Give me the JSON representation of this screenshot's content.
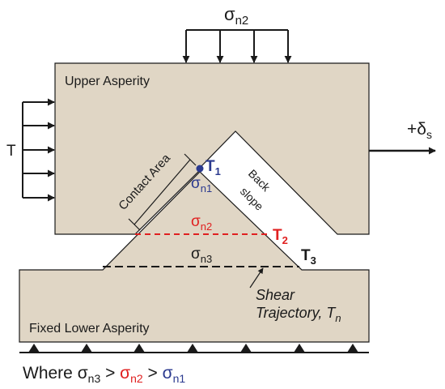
{
  "colors": {
    "block_fill": "#e0d6c5",
    "stroke": "#1a1a1a",
    "blue": "#2b3a8f",
    "red": "#e02020"
  },
  "icons": {
    "arrow": "arrow-icon",
    "support": "triangle-support-icon",
    "contact_point": "filled-circle-icon"
  },
  "loads": {
    "normal_symbol": "σ",
    "normal_sub": "n2",
    "shear_symbol": "T",
    "displacement_prefix": "+δ",
    "displacement_sub": "s"
  },
  "blocks": {
    "upper": "Upper Asperity",
    "lower": "Fixed Lower Asperity"
  },
  "contact_area": "Contact Area",
  "back_slope": [
    "Back",
    "slope"
  ],
  "points": {
    "t1": {
      "symbol": "T",
      "sub": "1"
    },
    "t2": {
      "symbol": "T",
      "sub": "2"
    },
    "t3": {
      "symbol": "T",
      "sub": "3"
    }
  },
  "stresses": {
    "n1": {
      "symbol": "σ",
      "sub": "n1"
    },
    "n2": {
      "symbol": "σ",
      "sub": "n2"
    },
    "n3": {
      "symbol": "σ",
      "sub": "n3"
    }
  },
  "trajectory": {
    "line1": "Shear",
    "line2": "Trajectory, ",
    "symbol": "T",
    "sub": "n"
  },
  "footer": {
    "where": "Where ",
    "s3": {
      "symbol": "σ",
      "sub": "n3"
    },
    "gt": " > ",
    "s2": {
      "symbol": "σ",
      "sub": "n2"
    },
    "s1": {
      "symbol": "σ",
      "sub": "n1"
    }
  }
}
